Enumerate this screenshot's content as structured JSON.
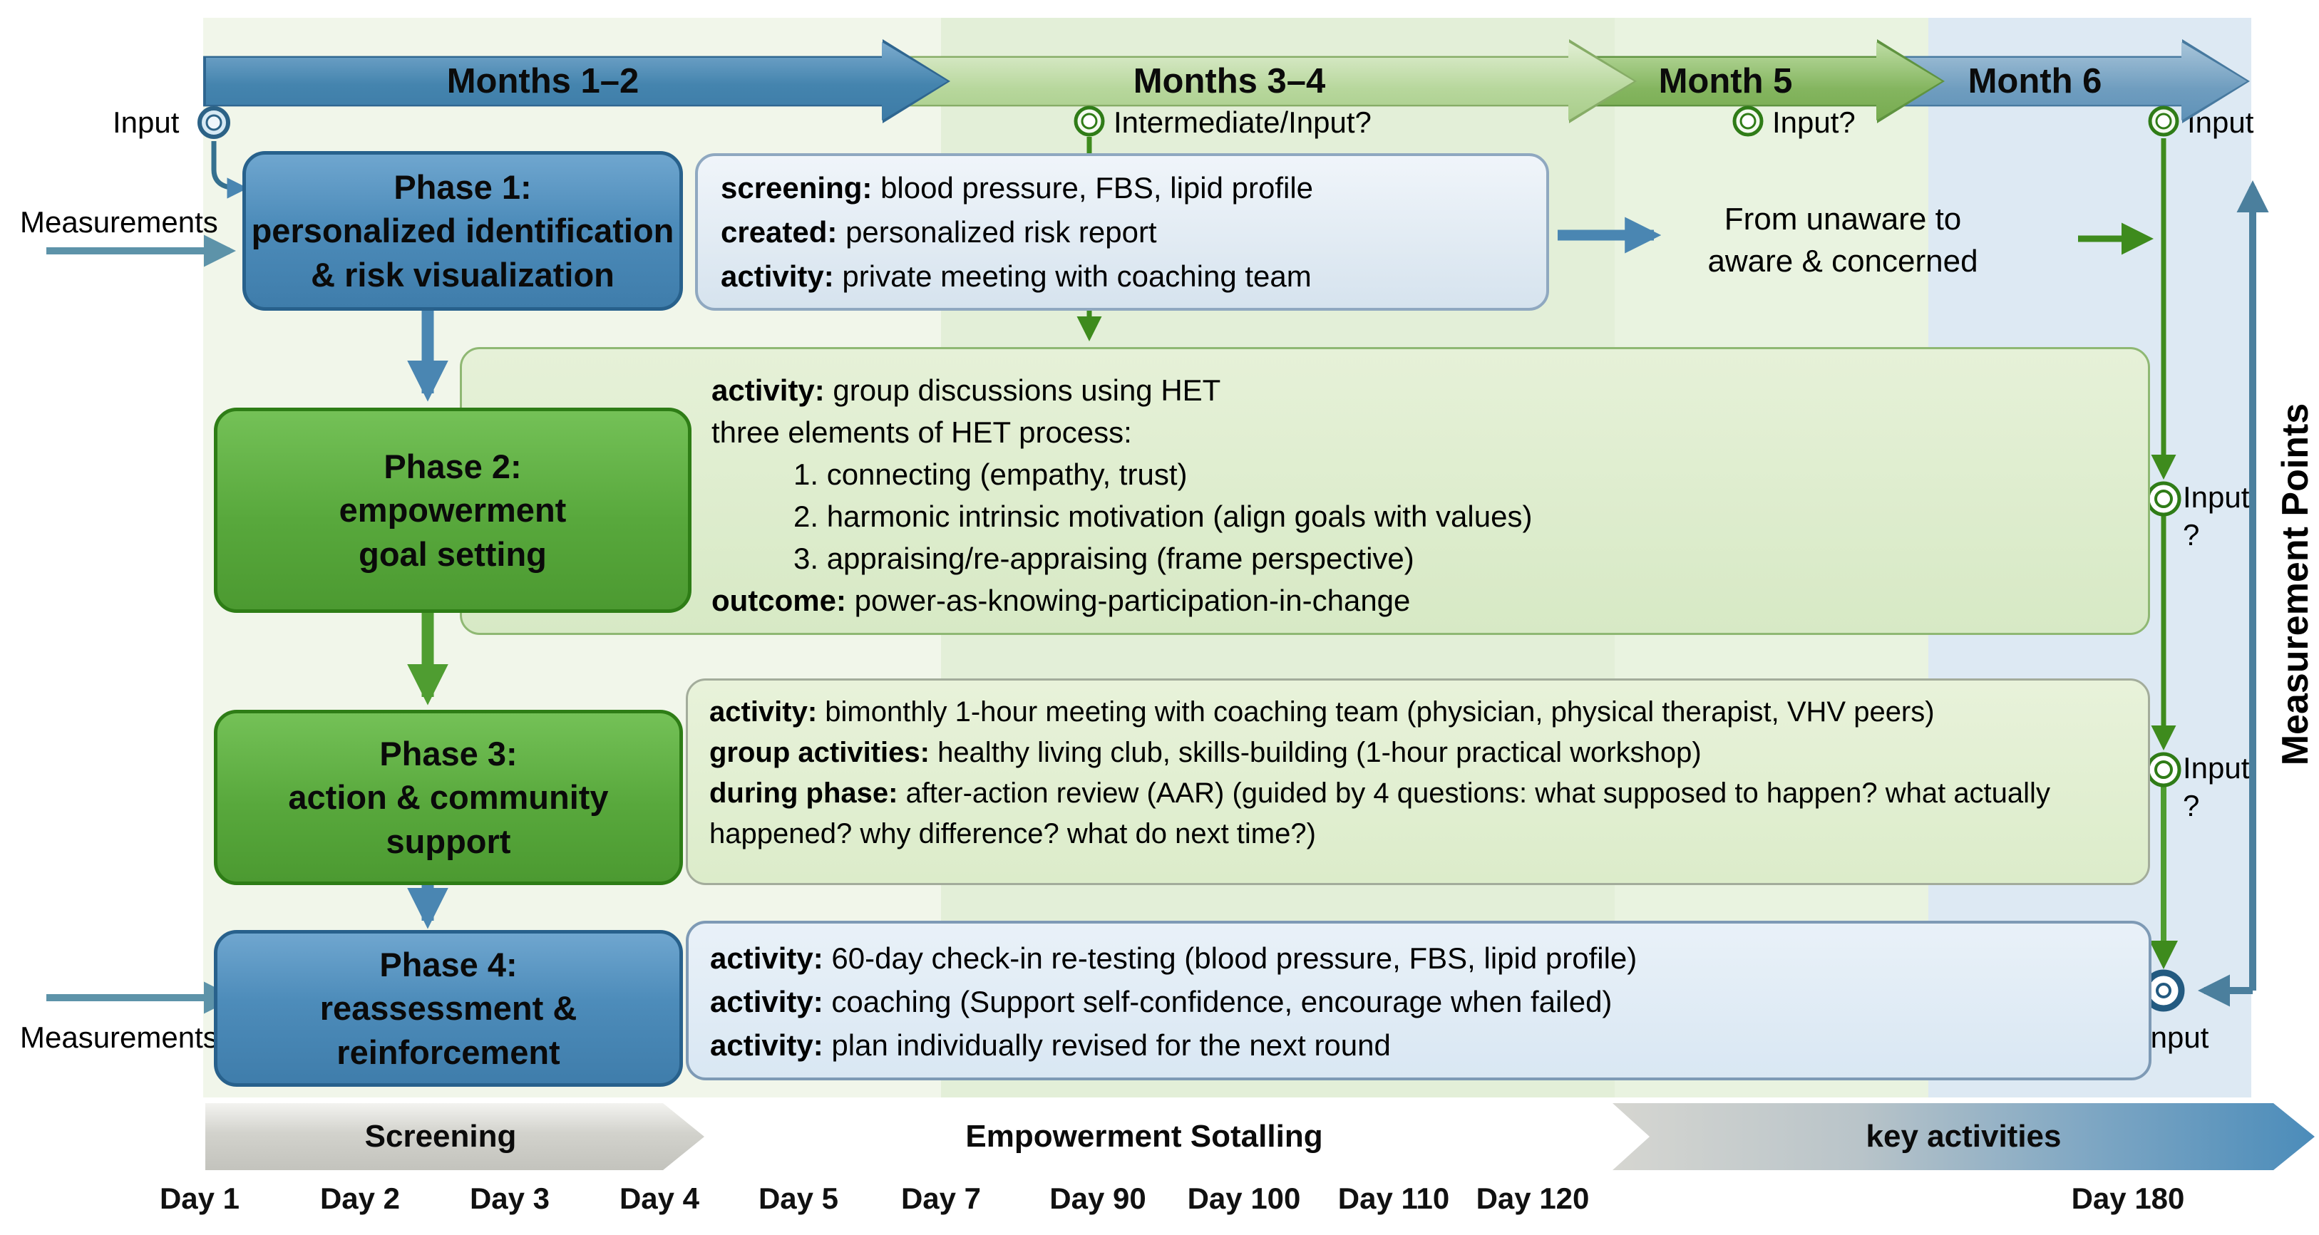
{
  "timeline": {
    "months": [
      {
        "label": "Months 1–2"
      },
      {
        "label": "Months 3–4"
      },
      {
        "label": "Month 5"
      },
      {
        "label": "Month 6"
      }
    ],
    "markers": {
      "left": "Input",
      "intermediate": "Intermediate/Input?",
      "month5": "Input?",
      "right": "Input"
    }
  },
  "left_labels": {
    "measurements_top": "Measurements",
    "measurements_bottom": "Measurements"
  },
  "phase1": {
    "box_line1": "Phase 1:",
    "box_line2": "personalized identification",
    "box_line3": "& risk visualization",
    "details": [
      {
        "label": "screening:",
        "text": " blood pressure, FBS, lipid profile"
      },
      {
        "label": "created:",
        "text": " personalized risk report"
      },
      {
        "label": "activity:",
        "text": " private meeting with coaching team"
      }
    ],
    "outcome_line1": "From unaware to",
    "outcome_line2": "aware & concerned"
  },
  "phase2": {
    "box_line1": "Phase 2:",
    "box_line2": "empowerment",
    "box_line3": "goal setting",
    "details": [
      {
        "label": "activity:",
        "text": " group discussions using HET"
      },
      {
        "label": "",
        "text": "three elements of HET process:"
      },
      {
        "label": "",
        "text": "1.  connecting (empathy, trust)"
      },
      {
        "label": "",
        "text": "2.  harmonic intrinsic motivation (align goals with values)"
      },
      {
        "label": "",
        "text": "3.  appraising/re-appraising (frame perspective)"
      },
      {
        "label": "outcome:",
        "text": " power-as-knowing-participation-in-change"
      }
    ]
  },
  "phase3": {
    "box_line1": "Phase 3:",
    "box_line2": "action & community",
    "box_line3": "support",
    "details": [
      {
        "label": "activity:",
        "text": " bimonthly 1-hour meeting with coaching team (physician, physical therapist, VHV peers)"
      },
      {
        "label": "group activities:",
        "text": " healthy living club, skills-building (1-hour practical workshop)"
      },
      {
        "label": "during phase:",
        "text": " after-action review (AAR) (guided by 4 questions: what supposed to happen? what actually happened? why difference? what do next time?)"
      }
    ]
  },
  "phase4": {
    "box_line1": "Phase 4:",
    "box_line2": "reassessment &",
    "box_line3": "reinforcement",
    "details": [
      {
        "label": "activity:",
        "text": " 60-day check-in re-testing (blood pressure, FBS, lipid profile)"
      },
      {
        "label": "activity:",
        "text": " coaching (Support self-confidence, encourage when failed)"
      },
      {
        "label": "activity:",
        "text": " plan individually revised for the next round"
      }
    ]
  },
  "right_rail": {
    "title": "Measurement Points",
    "input_q1_line1": "Input",
    "input_q1_line2": "?",
    "input_q2_line1": "Input",
    "input_q2_line2": "?",
    "input_bottom": "Input"
  },
  "bottom": {
    "arrows": [
      {
        "label": "Screening"
      },
      {
        "label": "Empowerment Sotalling"
      },
      {
        "label": "key activities"
      }
    ],
    "days": [
      "Day 1",
      "Day 2",
      "Day 3",
      "Day 4",
      "Day 5",
      "Day 7",
      "Day 90",
      "Day 100",
      "Day 110",
      "Day 120",
      "Day 180"
    ]
  },
  "colors": {
    "phase_blue": "#4d8cba",
    "phase_green": "#58a83c",
    "connector_green": "#3e8b1d",
    "connector_blue": "#4a86b2",
    "rail_blue": "#4b7f9d",
    "band_green_light": "#e3efd8",
    "band_blue_light": "#dde9f3"
  }
}
